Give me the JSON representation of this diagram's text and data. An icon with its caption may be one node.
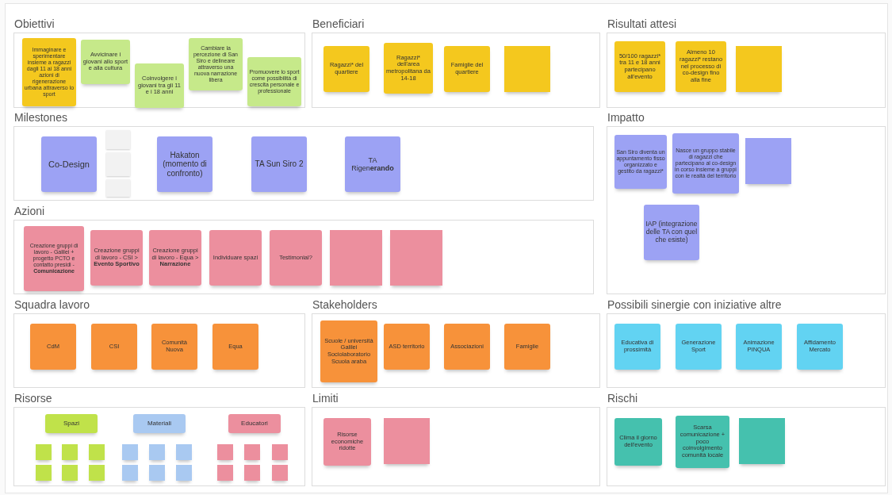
{
  "diagram": {
    "nodes": [
      {
        "text": [
          "Obiettivi"
        ]
      },
      {
        "text": [
          "Immaginare e sperimentare insieme a ragazzi dagli 11 ai 18 anni azioni di rigenerazione urbana attraverso lo sport"
        ],
        "in": 0
      },
      {
        "text": [
          "Avvicinare i giovani allo sport e alla cultura"
        ],
        "in": 0
      },
      {
        "text": [
          "Coinvolgere i giovani tra gli 11 e i 18 anni"
        ],
        "in": 0
      },
      {
        "text": [
          "Cambiare la percezione di San Siro e delineare attraverso una nuova narrazione libera"
        ],
        "in": 0
      },
      {
        "text": [
          "Promuovere lo sport come possibilità di crescita personale e professionale"
        ],
        "in": 0
      },
      {
        "text": [
          "Beneficiari"
        ]
      },
      {
        "text": [
          "Ragazzi* del quartiere"
        ],
        "in": 6
      },
      {
        "text": [
          "Ragazzi* dell'area metropolitana da 14-18"
        ],
        "in": 6
      },
      {
        "text": [
          "Famiglie del quartiere"
        ],
        "in": 6
      },
      {
        "text": [],
        "shape": "box",
        "in": 6
      },
      {
        "text": [
          "Risultati attesi"
        ]
      },
      {
        "text": [
          "50/100 ragazzi* tra 11 e 18 anni partecipano all'evento"
        ],
        "in": 11
      },
      {
        "text": [
          "Almeno 10 ragazzi* restano nel processo di co-design fino alla fine"
        ],
        "in": 11
      },
      {
        "text": [],
        "shape": "box",
        "in": 11
      },
      {
        "text": [
          "Milestones"
        ]
      },
      {
        "text": [
          "Co-Design"
        ],
        "in": 15
      },
      {
        "text": [],
        "shape": "box",
        "in": 15
      },
      {
        "text": [],
        "shape": "box",
        "in": 15
      },
      {
        "text": [],
        "shape": "box",
        "in": 15
      },
      {
        "text": [
          "Hakaton (momento di confronto)"
        ],
        "in": 15
      },
      {
        "text": [
          "TA Sun Siro 2"
        ],
        "in": 15
      },
      {
        "text": [
          "TA Rigen**erando**"
        ],
        "in": 15
      },
      {
        "text": [
          "Impatto"
        ]
      },
      {
        "text": [
          "San Siro diventa un appuntamento fisso organizzato e gestito da ragazzi*"
        ],
        "in": 23
      },
      {
        "text": [
          "Nasce un gruppo stabile di ragazzi che partecipano al co-design in corso insieme a gruppi con le realtà del territorio"
        ],
        "in": 23
      },
      {
        "text": [],
        "shape": "box",
        "in": 23
      },
      {
        "text": [
          "IAP (integrazione delle TA con quel che esiste)"
        ],
        "in": 23
      },
      {
        "text": [
          "Azioni"
        ]
      },
      {
        "text": [
          "Creazione gruppi di lavoro - Galilei + progetto PCTO e contatto presidi - **Comunicazione**"
        ],
        "in": 28
      },
      {
        "text": [
          "Creazione gruppi di lavoro - CSI > **Evento Sportivo**"
        ],
        "in": 28
      },
      {
        "text": [
          "Creazione gruppi di lavoro - Equa > **Narrazione**"
        ],
        "in": 28
      },
      {
        "text": [
          "Individuare spazi"
        ],
        "in": 28
      },
      {
        "text": [
          "Testimonial?"
        ],
        "in": 28
      },
      {
        "text": [],
        "shape": "box",
        "in": 28
      },
      {
        "text": [],
        "shape": "box",
        "in": 28
      },
      {
        "text": [
          "Squadra lavoro"
        ]
      },
      {
        "text": [
          "CdM"
        ],
        "in": 36
      },
      {
        "text": [
          "CSI"
        ],
        "in": 36
      },
      {
        "text": [
          "Comunità Nuova"
        ],
        "in": 36
      },
      {
        "text": [
          "Equa"
        ],
        "in": 36
      },
      {
        "text": [
          "Stakeholders"
        ]
      },
      {
        "text": [
          "Scuole / università Galilei Sociolaboratorio Scuola araba"
        ],
        "in": 41
      },
      {
        "text": [
          "ASD territorio"
        ],
        "in": 41
      },
      {
        "text": [
          "Associazioni"
        ],
        "in": 41
      },
      {
        "text": [
          "Famiglie"
        ],
        "in": 41
      },
      {
        "text": [
          "Possibili sinergie con iniziative altre"
        ]
      },
      {
        "text": [
          "Educativa di prossimità"
        ],
        "in": 46
      },
      {
        "text": [
          "Generazione Sport"
        ],
        "in": 46
      },
      {
        "text": [
          "Animazione PINQUA"
        ],
        "in": 46
      },
      {
        "text": [
          "Affidamento Mercato"
        ],
        "in": 46
      },
      {
        "text": [
          "Risorse"
        ]
      },
      {
        "text": [
          "Spazi"
        ],
        "in": 51
      },
      {
        "text": [
          "Materiali"
        ],
        "in": 51
      },
      {
        "text": [
          "Educatori"
        ],
        "in": 51
      },
      {
        "text": [],
        "shape": "box",
        "in": 51
      },
      {
        "text": [],
        "shape": "box",
        "in": 51
      },
      {
        "text": [],
        "shape": "box",
        "in": 51
      },
      {
        "text": [],
        "shape": "box",
        "in": 51
      },
      {
        "text": [],
        "shape": "box",
        "in": 51
      },
      {
        "text": [],
        "shape": "box",
        "in": 51
      },
      {
        "text": [],
        "shape": "box",
        "in": 51
      },
      {
        "text": [],
        "shape": "box",
        "in": 51
      },
      {
        "text": [],
        "shape": "box",
        "in": 51
      },
      {
        "text": [],
        "shape": "box",
        "in": 51
      },
      {
        "text": [],
        "shape": "box",
        "in": 51
      },
      {
        "text": [],
        "shape": "box",
        "in": 51
      },
      {
        "text": [],
        "shape": "box",
        "in": 51
      },
      {
        "text": [],
        "shape": "box",
        "in": 51
      },
      {
        "text": [],
        "shape": "box",
        "in": 51
      },
      {
        "text": [],
        "shape": "box",
        "in": 51
      },
      {
        "text": [],
        "shape": "box",
        "in": 51
      },
      {
        "text": [],
        "shape": "box",
        "in": 51
      },
      {
        "text": [
          "Limiti"
        ]
      },
      {
        "text": [
          "Risorse economiche ridotte"
        ],
        "in": 73
      },
      {
        "text": [],
        "shape": "box",
        "in": 73
      },
      {
        "text": [
          "Rischi"
        ]
      },
      {
        "text": [
          "Clima il giorno dell'evento"
        ],
        "in": 76
      },
      {
        "text": [
          "Scarsa comunicazione + poco coinvolgimento comunità locale"
        ],
        "in": 76
      },
      {
        "text": [],
        "shape": "box",
        "in": 76
      }
    ],
    "edges": []
  }
}
